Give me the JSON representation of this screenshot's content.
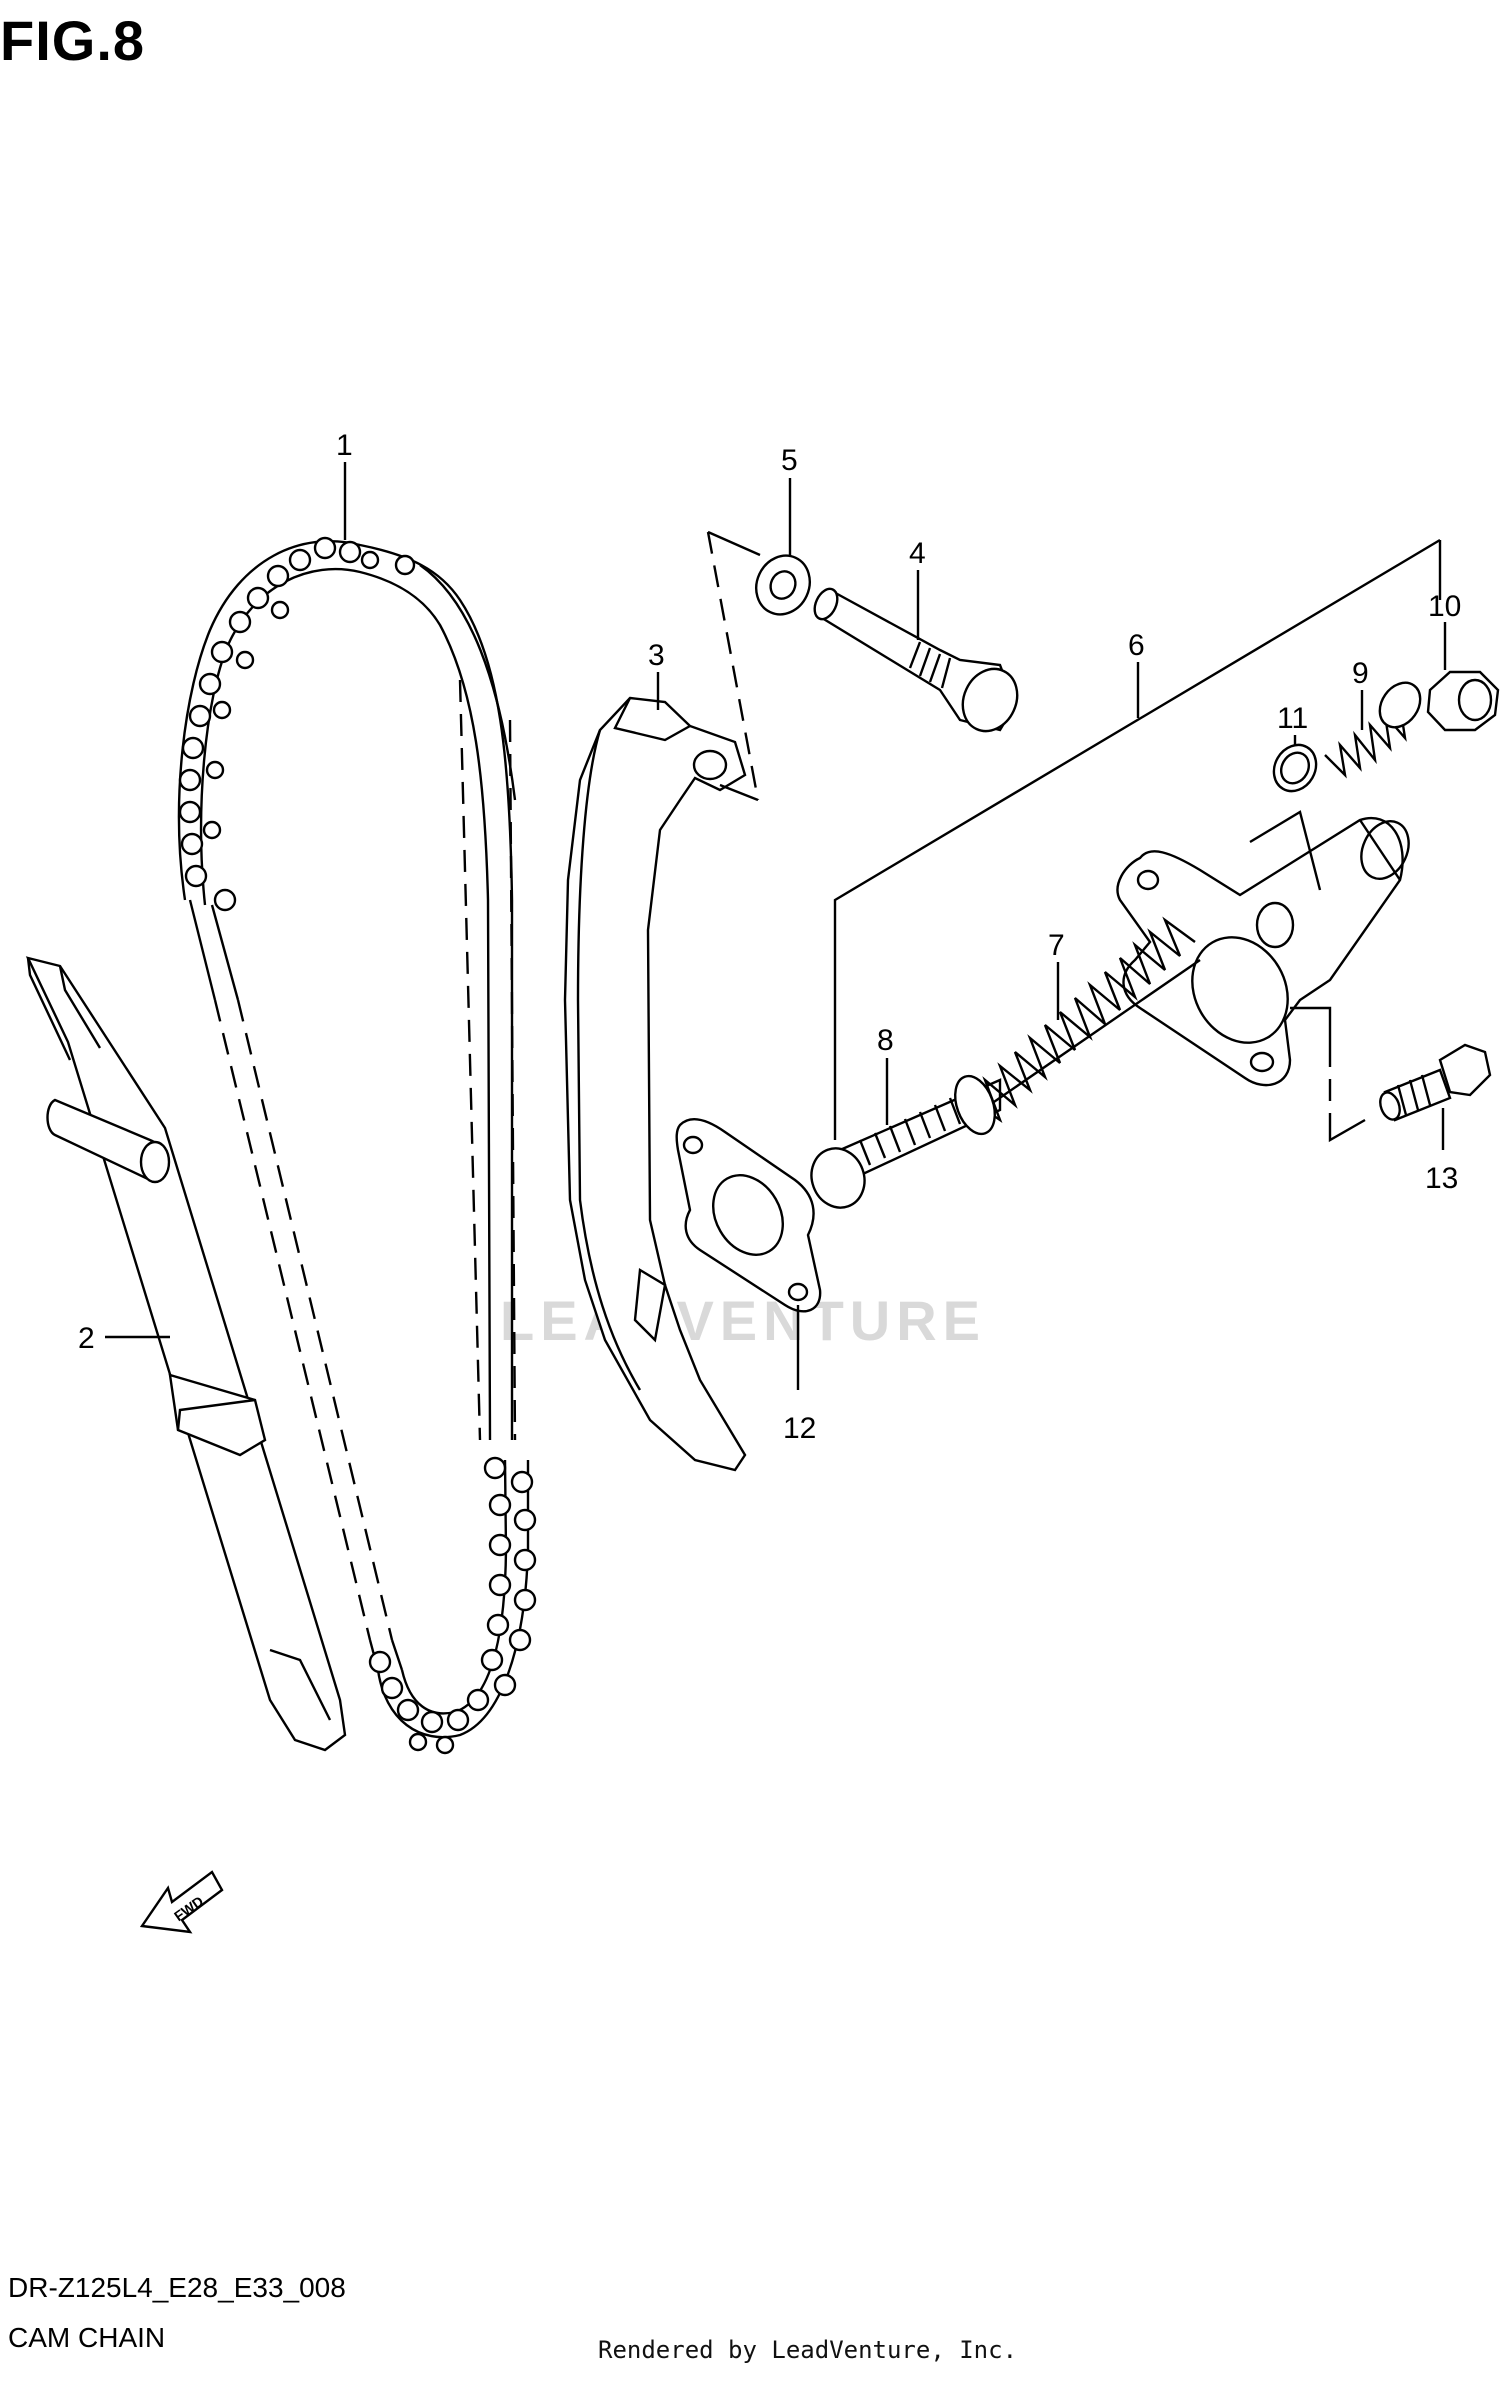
{
  "figure": {
    "title": "FIG.8",
    "model_code": "DR-Z125L4_E28_E33_008",
    "caption": "CAM CHAIN",
    "rendered_by": "Rendered by LeadVenture, Inc.",
    "watermark": "LEADVENTURE",
    "fwd_label": "FWD"
  },
  "callouts": [
    {
      "id": "1",
      "label": "1"
    },
    {
      "id": "2",
      "label": "2"
    },
    {
      "id": "3",
      "label": "3"
    },
    {
      "id": "4",
      "label": "4"
    },
    {
      "id": "5",
      "label": "5"
    },
    {
      "id": "6",
      "label": "6"
    },
    {
      "id": "7",
      "label": "7"
    },
    {
      "id": "8",
      "label": "8"
    },
    {
      "id": "9",
      "label": "9"
    },
    {
      "id": "10",
      "label": "10"
    },
    {
      "id": "11",
      "label": "11"
    },
    {
      "id": "12",
      "label": "12"
    },
    {
      "id": "13",
      "label": "13"
    }
  ]
}
